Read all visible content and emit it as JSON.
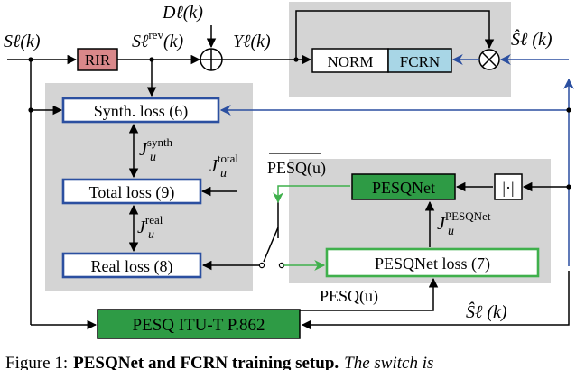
{
  "signals": {
    "input": "Sℓ(k)",
    "noise": "Dℓ(k)",
    "reverb": "Sℓ",
    "reverb_sup": "rev",
    "reverb_arg": "(k)",
    "mixture": "Yℓ(k)",
    "enhanced_top": "Ŝℓ (k)",
    "enhanced_bottom": "Ŝℓ (k)",
    "pesq_hat": "PESQ(u)",
    "pesq": "PESQ(u)"
  },
  "losses": {
    "j_synth_base": "J",
    "j_synth_sub": "u",
    "j_synth_sup": "synth",
    "j_total_base": "J",
    "j_total_sub": "u",
    "j_total_sup": "total",
    "j_real_base": "J",
    "j_real_sub": "u",
    "j_real_sup": "real",
    "j_pesqnet_base": "J",
    "j_pesqnet_sub": "u",
    "j_pesqnet_sup": "PESQNet"
  },
  "blocks": {
    "rir": "RIR",
    "norm": "NORM",
    "fcrn": "FCRN",
    "synth_loss": "Synth. loss (6)",
    "total_loss": "Total loss (9)",
    "real_loss": "Real loss (8)",
    "pesqnet": "PESQNet",
    "abs": "|·|",
    "pesqnet_loss": "PESQNet loss (7)",
    "pesq_itu": "PESQ ITU-T P.862"
  },
  "caption": {
    "prefix": "Figure 1:",
    "bold": "PESQNet and FCRN training setup.",
    "rest": "The switch is"
  },
  "colors": {
    "rir_fill": "#d9888a",
    "fcrn_fill": "#a8d6e6",
    "pesqnet_fill": "#2e9b45",
    "loss_border_blue": "#2b4fa0",
    "loss_border_green": "#3fb04c",
    "panel_gray": "#d4d4d4",
    "arrow_blue": "#2b4fa0",
    "arrow_green": "#3fb04c"
  }
}
